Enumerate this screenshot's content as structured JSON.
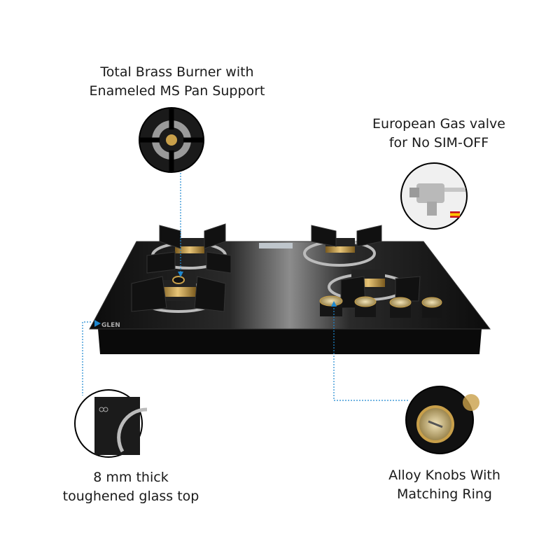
{
  "features": [
    {
      "id": "burner",
      "lines": [
        "Total Brass Burner with",
        "Enameled MS Pan Support"
      ]
    },
    {
      "id": "valve",
      "lines": [
        "European Gas valve",
        "for No SIM-OFF"
      ]
    },
    {
      "id": "glass",
      "lines": [
        "8 mm thick",
        "toughened glass top"
      ]
    },
    {
      "id": "knobs",
      "lines": [
        "Alloy Knobs With",
        "Matching Ring"
      ]
    }
  ],
  "product": {
    "brand_logo": "GLEN",
    "burner_count": 4,
    "knob_count": 4
  },
  "colors": {
    "accent_line": "#1e88d0",
    "brass": "#c9a04a",
    "glass": "#111111",
    "text": "#1a1a1a"
  }
}
